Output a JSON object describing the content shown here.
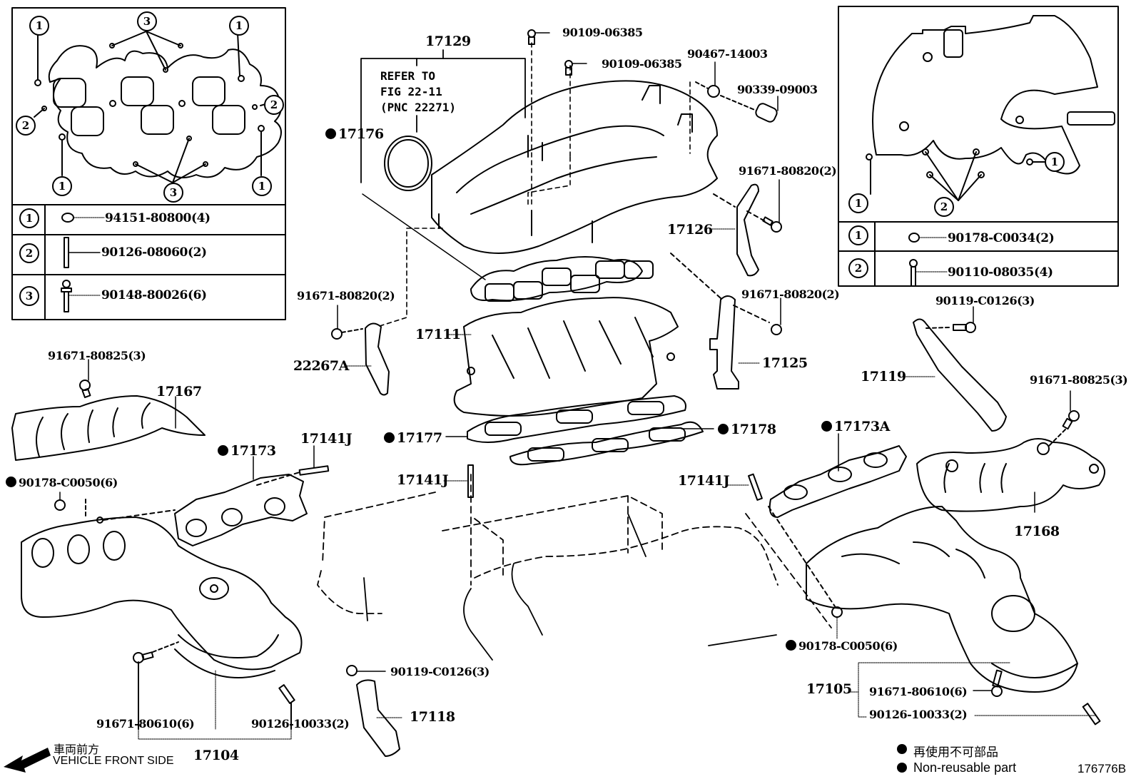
{
  "inset_left": {
    "callouts": [
      "1",
      "3",
      "1",
      "2",
      "2",
      "1",
      "3",
      "1"
    ],
    "rows": [
      {
        "key": "1",
        "part": "94151-80800(4)",
        "icon": "nut-icon"
      },
      {
        "key": "2",
        "part": "90126-08060(2)",
        "icon": "stud-icon"
      },
      {
        "key": "3",
        "part": "90148-80026(6)",
        "icon": "flange-bolt-icon"
      }
    ]
  },
  "inset_right": {
    "callouts": [
      "1",
      "1",
      "2"
    ],
    "rows": [
      {
        "key": "1",
        "part": "90178-C0034(2)",
        "icon": "nut-icon"
      },
      {
        "key": "2",
        "part": "90110-08035(4)",
        "icon": "bolt-icon"
      }
    ]
  },
  "intake": {
    "p17129": "17129",
    "refer_line1": "REFER TO",
    "refer_line2": "FIG 22-11",
    "refer_line3": "(PNC 22271)",
    "p17176": "17176",
    "bolt_a": "90109-06385",
    "bolt_b": "90109-06385",
    "p90467": "90467-14003",
    "p90339": "90339-09003",
    "bolt_r1": "91671-80820(2)",
    "p17126": "17126",
    "bolt_l": "91671-80820(2)",
    "p22267A": "22267A",
    "p17111": "17111",
    "bolt_r2": "91671-80820(2)",
    "p17125": "17125",
    "p17177": "17177",
    "p17178": "17178",
    "stud_c": "17141J"
  },
  "left_exhaust": {
    "bolt_top": "91671-80825(3)",
    "p17167": "17167",
    "p17173": "17173",
    "stud": "17141J",
    "nut": "90178-C0050(6)",
    "bolt_bottom": "91671-80610(6)",
    "stud_bottom": "90126-10033(2)",
    "p17104": "17104",
    "bracket_bolt": "90119-C0126(3)",
    "p17118": "17118"
  },
  "right_exhaust": {
    "bracket_bolt": "90119-C0126(3)",
    "p17119": "17119",
    "bolt_top": "91671-80825(3)",
    "p17173A": "17173A",
    "stud": "17141J",
    "p17168": "17168",
    "nut": "90178-C0050(6)",
    "p17105": "17105",
    "bolt_bottom": "91671-80610(6)",
    "stud_bottom": "90126-10033(2)"
  },
  "footer": {
    "direction_jp": "車両前方",
    "direction_en": "VEHICLE FRONT SIDE",
    "legend_jp": "再使用不可部品",
    "legend_en": "Non-reusable part",
    "figure_id": "176776B"
  }
}
